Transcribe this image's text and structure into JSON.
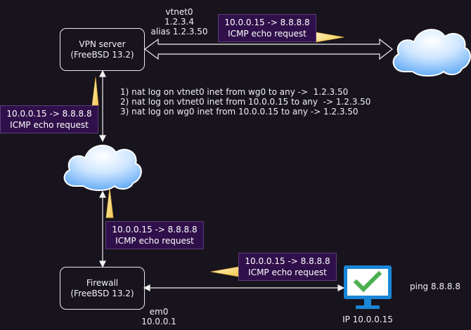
{
  "vpn_server": {
    "title": "VPN server",
    "subtitle": "(FreeBSD 13.2)"
  },
  "firewall": {
    "title": "Firewall",
    "subtitle": "(FreeBSD 13.2)"
  },
  "vpn_interface": {
    "name": "vtnet0",
    "ip": "1.2.3.4",
    "alias": "alias 1.2.3.50"
  },
  "firewall_interface": {
    "name": "em0",
    "ip": "10.0.0.1"
  },
  "client": {
    "ip_label": "IP 10.0.0.15",
    "command": "ping 8.8.8.8"
  },
  "nat_rules": [
    "1) nat log on vtnet0 inet from wg0 to any ->  1.2.3.50",
    "2) nat log on vtnet0 inet from 10.0.0.15 to any  -> 1.2.3.50",
    "3) nat log on wg0 inet from 10.0.0.15 to any -> 1.2.3.50"
  ],
  "packets": [
    {
      "route": "10.0.0.15 -> 8.8.8.8",
      "type": "ICMP echo request"
    },
    {
      "route": "10.0.0.15 -> 8.8.8.8",
      "type": "ICMP echo request"
    },
    {
      "route": "10.0.0.15 -> 8.8.8.8",
      "type": "ICMP echo request"
    },
    {
      "route": "10.0.0.15 -> 8.8.8.8",
      "type": "ICMP echo request"
    }
  ],
  "colors": {
    "background": "#18141d",
    "packet_fill": "#30104a",
    "cloud_blue": "#5aa6f5",
    "monitor_blue": "#1a86d6",
    "check_green": "#4caf50",
    "pointer_yellow": "#ffe082"
  },
  "icons": [
    "cloud-icon",
    "monitor-icon",
    "checkmark-icon"
  ]
}
